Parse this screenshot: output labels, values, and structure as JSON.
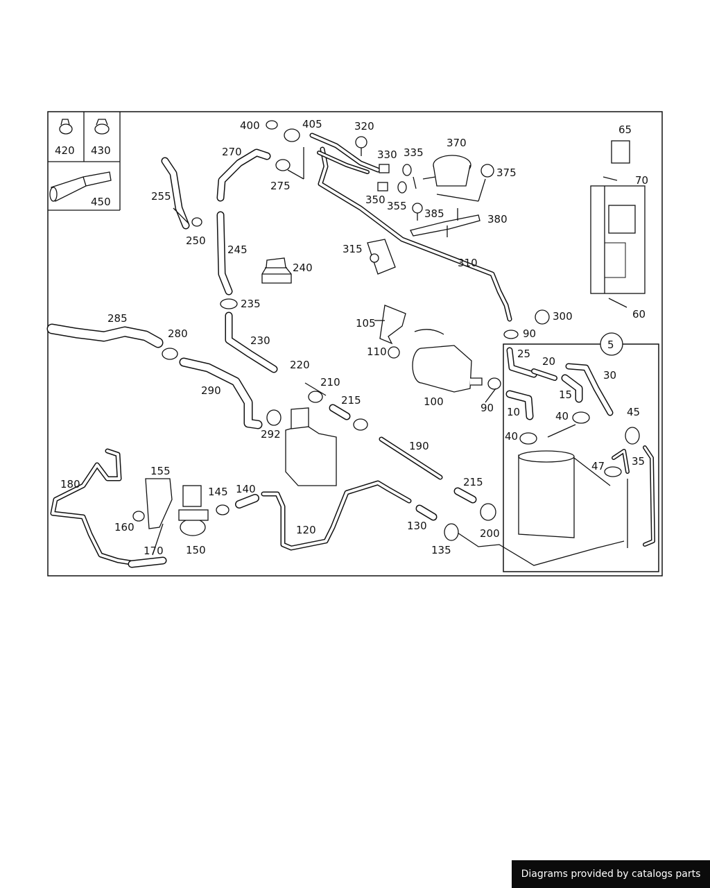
{
  "diagram": {
    "part_labels": [
      "400",
      "405",
      "320",
      "330",
      "335",
      "370",
      "375",
      "270",
      "275",
      "350",
      "355",
      "385",
      "380",
      "255",
      "250",
      "245",
      "240",
      "315",
      "310",
      "65",
      "70",
      "60",
      "235",
      "300",
      "90",
      "105",
      "110",
      "285",
      "280",
      "230",
      "220",
      "290",
      "210",
      "215",
      "292",
      "100",
      "90",
      "25",
      "20",
      "5",
      "15",
      "30",
      "10",
      "40",
      "45",
      "40",
      "47",
      "35",
      "190",
      "155",
      "180",
      "145",
      "140",
      "150",
      "160",
      "170",
      "120",
      "215",
      "130",
      "200",
      "135"
    ],
    "inset_labels": [
      "420",
      "430",
      "450"
    ]
  },
  "footer": {
    "credit": "Diagrams provided by catalogs parts"
  }
}
